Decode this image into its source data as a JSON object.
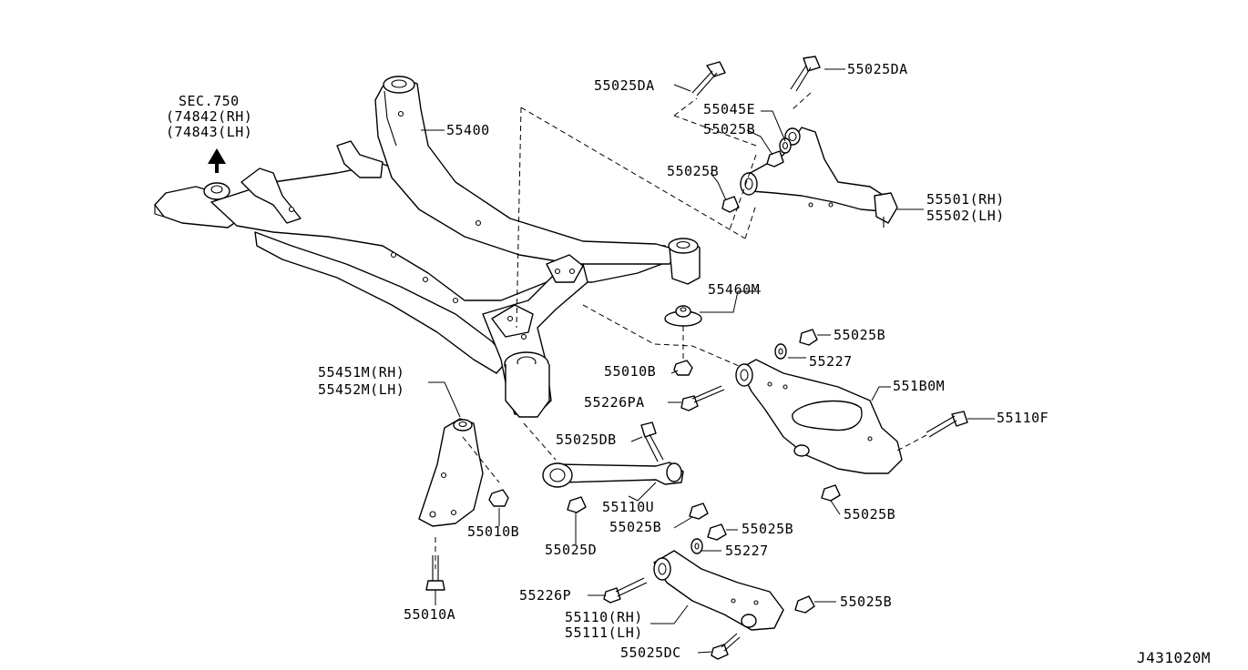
{
  "diagram_id": "J431020M",
  "section_ref": {
    "line1": "SEC.750",
    "line2": "(74842(RH)",
    "line3": "(74843(LH)"
  },
  "labels": {
    "p55025DA_left": "55025DA",
    "p55025DA_right": "55025DA",
    "p55045E": "55045E",
    "p55025B_upper": "55025B",
    "p55025B_upper2": "55025B",
    "p55501": "55501(RH)",
    "p55502": "55502(LH)",
    "p55400": "55400",
    "p55460M": "55460M",
    "p55025B_a": "55025B",
    "p55227_a": "55227",
    "p55010B_center": "55010B",
    "p551B0M": "551B0M",
    "p55226PA": "55226PA",
    "p55110F": "55110F",
    "p55451M": "55451M(RH)",
    "p55452M": "55452M(LH)",
    "p55025DB": "55025DB",
    "p55110U": "55110U",
    "p55025B_b": "55025B",
    "p55025B_c": "55025B",
    "p55025B_d": "55025B",
    "p55227_b": "55227",
    "p55025D": "55025D",
    "p55010B_left": "55010B",
    "p55010A": "55010A",
    "p55226P": "55226P",
    "p55110": "55110(RH)",
    "p55111": "55111(LH)",
    "p55025B_e": "55025B",
    "p55025DC": "55025DC"
  }
}
